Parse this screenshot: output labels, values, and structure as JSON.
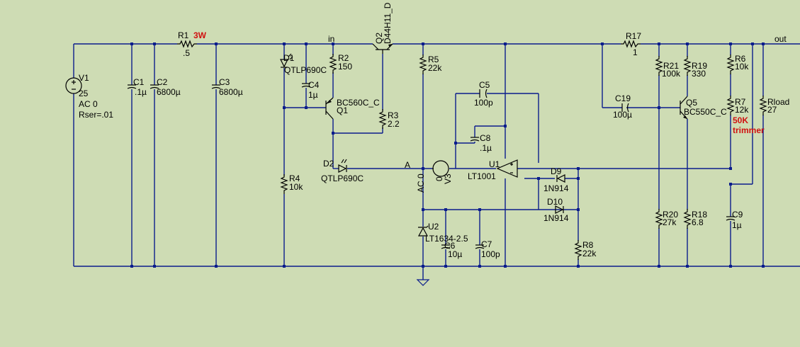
{
  "colors": {
    "background": "#cedcb4",
    "wire": "#0b1d8c",
    "component": "#000000",
    "note": "#d01010"
  },
  "labels": {
    "v1_name": "V1",
    "v1_value": "25",
    "v1_ac": "AC 0",
    "v1_rser": "Rser=.01",
    "c1_name": "C1",
    "c1_value": ".1µ",
    "c2_name": "C2",
    "c2_value": "6800µ",
    "r1_name": "R1",
    "r1_note": "3W",
    "r1_value": ".5",
    "c3_name": "C3",
    "c3_value": "6800µ",
    "d1_name": "D1",
    "d1_value": "QTLP690C",
    "in_label": "in",
    "r2_name": "R2",
    "r2_value": "150",
    "c4_name": "C4",
    "c4_value": "1µ",
    "q1_name": "Q1",
    "q1_value": "BC560C_C",
    "q2_name": "Q2",
    "q2_value": "D44H11_D",
    "r3_name": "R3",
    "r3_value": "2.2",
    "r4_name": "R4",
    "r4_value": "10k",
    "d2_name": "D2",
    "d2_value": "QTLP690C",
    "a_label": "A",
    "r5_name": "R5",
    "r5_value": "22k",
    "c5_name": "C5",
    "c5_value": "100p",
    "c8_name": "C8",
    "c8_value": ".1µ",
    "v3_name": "V3",
    "v3_value": "0",
    "v3_ac": "AC 0",
    "u1_name": "U1",
    "u1_value": "LT1001",
    "d9_name": "D9",
    "d9_value": "1N914",
    "d10_name": "D10",
    "d10_value": "1N914",
    "u2_name": "U2",
    "u2_value": "LT1634-2.5",
    "c6_name": "C6",
    "c6_value": "10µ",
    "c7_name": "C7",
    "c7_value": "100p",
    "r8_name": "R8",
    "r8_value": "22k",
    "r17_name": "R17",
    "r17_value": "1",
    "out_label": "out",
    "r21_name": "R21",
    "r21_value": "100k",
    "r19_name": "R19",
    "r19_value": "330",
    "r6_name": "R6",
    "r6_value": "10k",
    "c19_name": "C19",
    "c19_value": "100µ",
    "q5_name": "Q5",
    "q5_value": "BC550C_C",
    "r7_name": "R7",
    "r7_value": "12k",
    "r7_note1": "50K",
    "r7_note2": "trimmer",
    "rload_name": "Rload",
    "rload_value": "27",
    "r20_name": "R20",
    "r20_value": "27k",
    "r18_name": "R18",
    "r18_value": "6.8",
    "c9_name": "C9",
    "c9_value": "1µ"
  }
}
